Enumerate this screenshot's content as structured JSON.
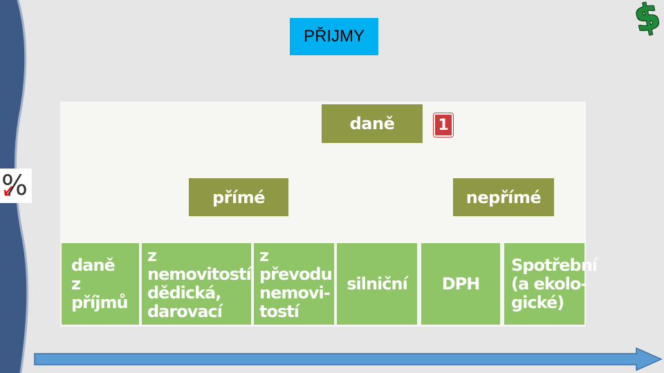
{
  "title": "PŘIJMY",
  "decor": {
    "dollar_icon": "$",
    "percent_icon": "%",
    "accent_blue": "#00b0f0",
    "dark_green": "#8e9845",
    "light_green": "#8fc567",
    "arrow_blue": "#5b9bd5"
  },
  "diagram": {
    "root": "daně",
    "badge": "1",
    "level1": [
      "přímé",
      "nepřímé"
    ],
    "leaves": [
      "daně\nz příjmů",
      "z nemovitostí,\ndědická,\ndarovací",
      "z převodu\nnemovi-\ntostí",
      "silniční",
      "DPH",
      "Spotřební\n(a ekolo-\ngické)"
    ]
  }
}
